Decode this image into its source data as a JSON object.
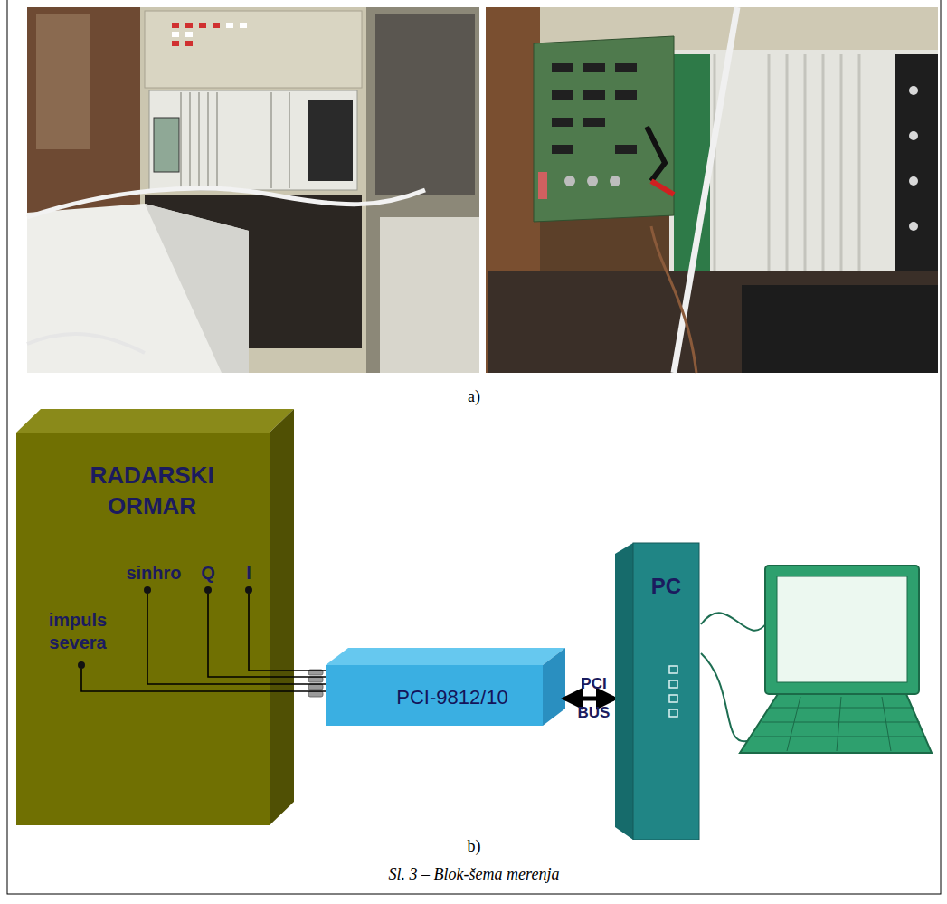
{
  "diagram": {
    "caption": "Sl. 3 – Blok-šema merenja",
    "nodes": [
      {
        "text": [
          "RADARSKI ORMAR"
        ]
      },
      {
        "text": [
          "PCI-9812/10"
        ]
      },
      {
        "text": [
          "PC"
        ]
      }
    ],
    "edges": [
      {
        "from": 0,
        "to": 1,
        "arrow": "none"
      },
      {
        "from": 0,
        "to": 1,
        "arrow": "none"
      },
      {
        "from": 0,
        "to": 1,
        "arrow": "none"
      },
      {
        "from": 0,
        "to": 1,
        "arrow": "none"
      },
      {
        "from": 1,
        "to": 2,
        "label": "PCI BUS",
        "arrow": "both"
      }
    ],
    "labels": [
      "a)",
      "sinhro",
      "Q",
      "I",
      "impuls severa",
      "b)"
    ]
  }
}
